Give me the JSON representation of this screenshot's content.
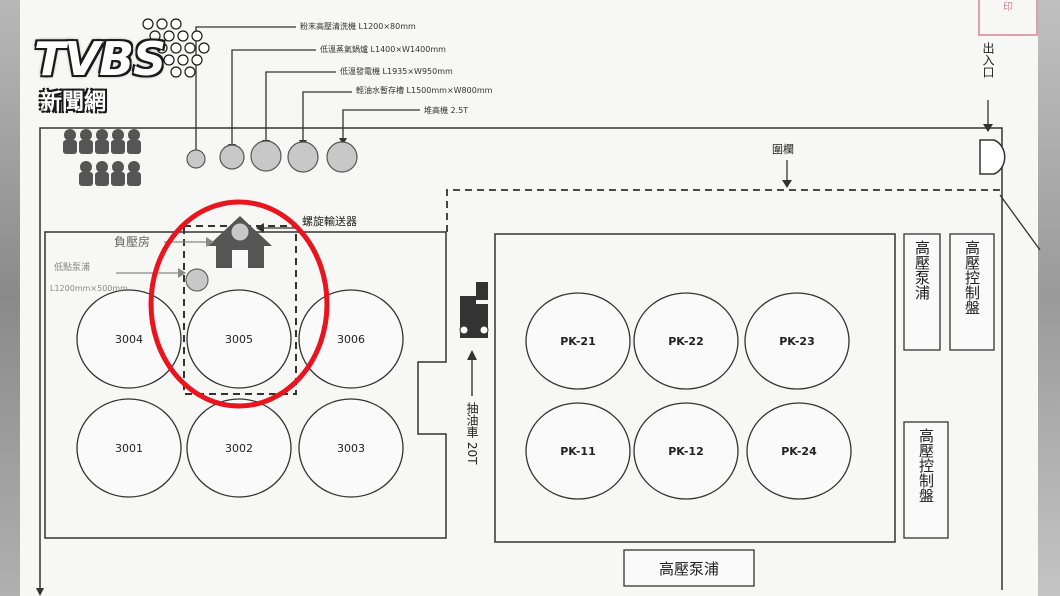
{
  "logo": {
    "main": "TVBS",
    "sub": "新聞網"
  },
  "stamp": {
    "text": "印"
  },
  "equipment_labels": [
    "粉末高壓清洗機 L1200×80mm",
    "低溫蒸氣鍋爐 L1400×W1400mm",
    "低溫發電機 L1935×W950mm",
    "輕油水暫存槽 L1500mm×W800mm",
    "堆高機 2.5T"
  ],
  "labels": {
    "entrance": "出入口",
    "fence": "圍欄",
    "screw_conveyor": "螺旋輸送器",
    "negative_pressure_room": "負壓房",
    "low_point_pump": "低點泵浦",
    "pump_dims": "L1200mm×500mm",
    "tanker": "抽油車 20T",
    "hp_pump_right_1": "高壓泵浦",
    "hp_cabinet_right": "高壓控制盤",
    "hp_cabinet_right_2": "高壓控制盤",
    "hp_pump_bottom": "高壓泵浦"
  },
  "tanks_left": [
    "3004",
    "3005",
    "3006",
    "3001",
    "3002",
    "3003"
  ],
  "tanks_right": [
    "PK-21",
    "PK-22",
    "PK-23",
    "PK-11",
    "PK-12",
    "PK-24"
  ],
  "colors": {
    "highlight": "#e8141e",
    "ink": "#2a2a2a",
    "paper": "#f7f7f5"
  }
}
